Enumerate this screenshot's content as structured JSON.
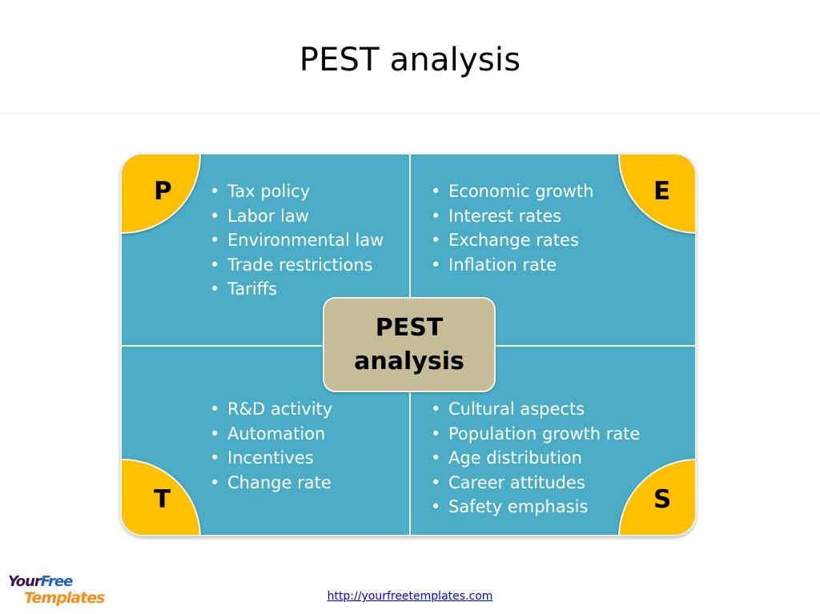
{
  "slide": {
    "title": "PEST analysis",
    "center_label_line1": "PEST",
    "center_label_line2": "analysis"
  },
  "quadrants": [
    {
      "key": "political",
      "letter": "P",
      "corner": "top-left",
      "items": [
        "Tax policy",
        "Labor law",
        "Environmental law",
        "Trade restrictions",
        "Tariffs"
      ]
    },
    {
      "key": "economic",
      "letter": "E",
      "corner": "top-right",
      "items": [
        "Economic growth",
        "Interest rates",
        "Exchange rates",
        "Inflation rate"
      ]
    },
    {
      "key": "technological",
      "letter": "T",
      "corner": "bottom-left",
      "items": [
        "R&D activity",
        "Automation",
        "Incentives",
        "Change rate"
      ]
    },
    {
      "key": "social",
      "letter": "S",
      "corner": "bottom-right",
      "items": [
        "Cultural aspects",
        "Population growth rate",
        "Age distribution",
        "Career attitudes",
        "Safety emphasis"
      ]
    }
  ],
  "colors": {
    "quadrant_fill": "#4bacc6",
    "circle_fill": "#ffc000",
    "center_fill": "#c4bd97",
    "text_on_quadrant": "#ffffff"
  },
  "footer": {
    "link_text": "http://yourfreetemplates.com",
    "logo_word1": "Your",
    "logo_word2": "Free",
    "logo_word3": "Templates"
  }
}
